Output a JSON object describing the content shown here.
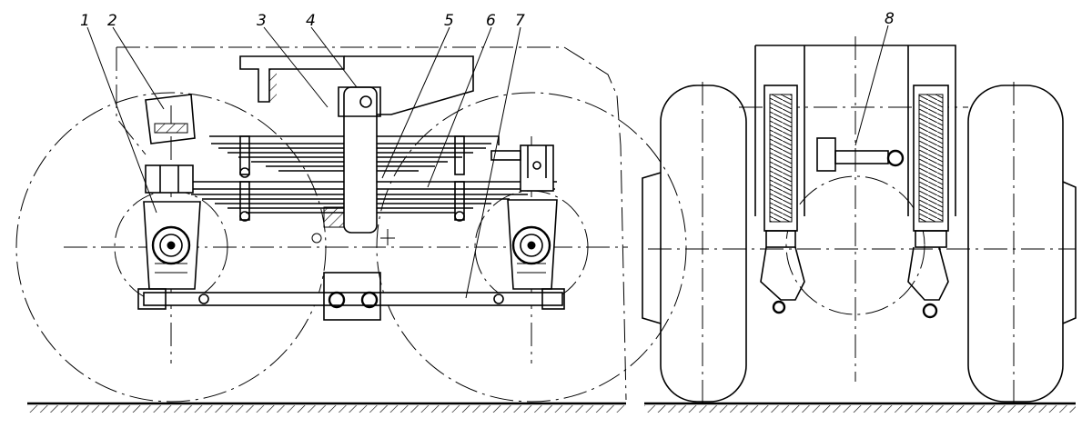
{
  "figure": {
    "callouts": [
      {
        "id": "1",
        "label": "1"
      },
      {
        "id": "2",
        "label": "2"
      },
      {
        "id": "3",
        "label": "3"
      },
      {
        "id": "4",
        "label": "4"
      },
      {
        "id": "5",
        "label": "5"
      },
      {
        "id": "6",
        "label": "6"
      },
      {
        "id": "7",
        "label": "7"
      },
      {
        "id": "8",
        "label": "8"
      }
    ],
    "views": [
      "side-view",
      "rear-view"
    ]
  }
}
